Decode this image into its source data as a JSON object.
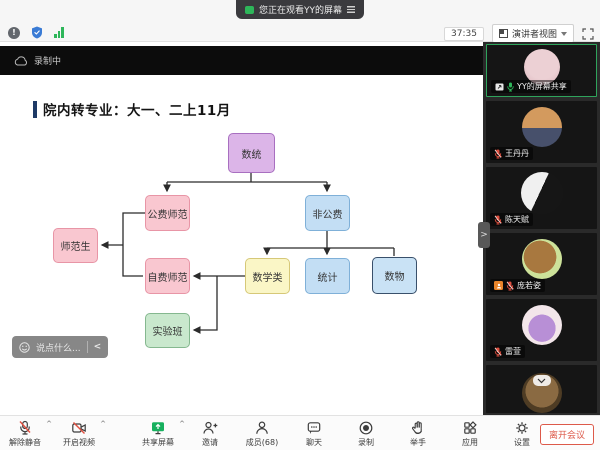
{
  "colors": {
    "accent_green": "#17b05e",
    "mic_muted_red": "#e04f3f",
    "leave_red": "#dd5a4a",
    "active_tile_border": "#2fa45c",
    "title_bar_navy": "#1e3a66",
    "notification_bg": "#3a3a3e"
  },
  "icons": {
    "info_mark": "!",
    "chevron_up": "^",
    "sidebar_collapse": ">",
    "chat_collapse": "<"
  },
  "header": {
    "notification": "您正在观看YY的屏幕",
    "timer": "37:35",
    "view_mode_label": "演讲者视图"
  },
  "share": {
    "recording_label": "录制中",
    "slide_title": "院内转专业：大一、二上11月",
    "chat_placeholder": "说点什么...",
    "nodes": [
      {
        "label": "数统",
        "fill": "#dcb5e8",
        "border": "#a86fc0"
      },
      {
        "label": "公费师范",
        "fill": "#f9c7d0",
        "border": "#e895a6"
      },
      {
        "label": "非公费",
        "fill": "#c3def4",
        "border": "#7fb0d8"
      },
      {
        "label": "师范生",
        "fill": "#f9c7d0",
        "border": "#e895a6"
      },
      {
        "label": "自费师范",
        "fill": "#f9c7d0",
        "border": "#e895a6"
      },
      {
        "label": "数学类",
        "fill": "#faf6c6",
        "border": "#d6c878"
      },
      {
        "label": "统计",
        "fill": "#c3def4",
        "border": "#7fb0d8"
      },
      {
        "label": "数物",
        "fill": "#c9e2f5",
        "border": "#39506b"
      },
      {
        "label": "实验班",
        "fill": "#c9e8cd",
        "border": "#85b88f"
      }
    ]
  },
  "sidebar": {
    "participants": [
      {
        "name": "YY的屏幕共享",
        "mic": "on",
        "sharing": true
      },
      {
        "name": "王丹丹",
        "mic": "muted"
      },
      {
        "name": "陈天赋",
        "mic": "muted"
      },
      {
        "name": "庞若姿",
        "mic": "muted",
        "badge": "host"
      },
      {
        "name": "雷萱",
        "mic": "muted"
      },
      {
        "name": "",
        "mic": "unknown"
      }
    ]
  },
  "toolbar": {
    "mute": "解除静音",
    "video": "开启视频",
    "share_screen": "共享屏幕",
    "invite": "邀请",
    "members": "成员(68)",
    "chat": "聊天",
    "record": "录制",
    "raise_hand": "举手",
    "apps": "应用",
    "settings": "设置",
    "leave": "离开会议"
  }
}
